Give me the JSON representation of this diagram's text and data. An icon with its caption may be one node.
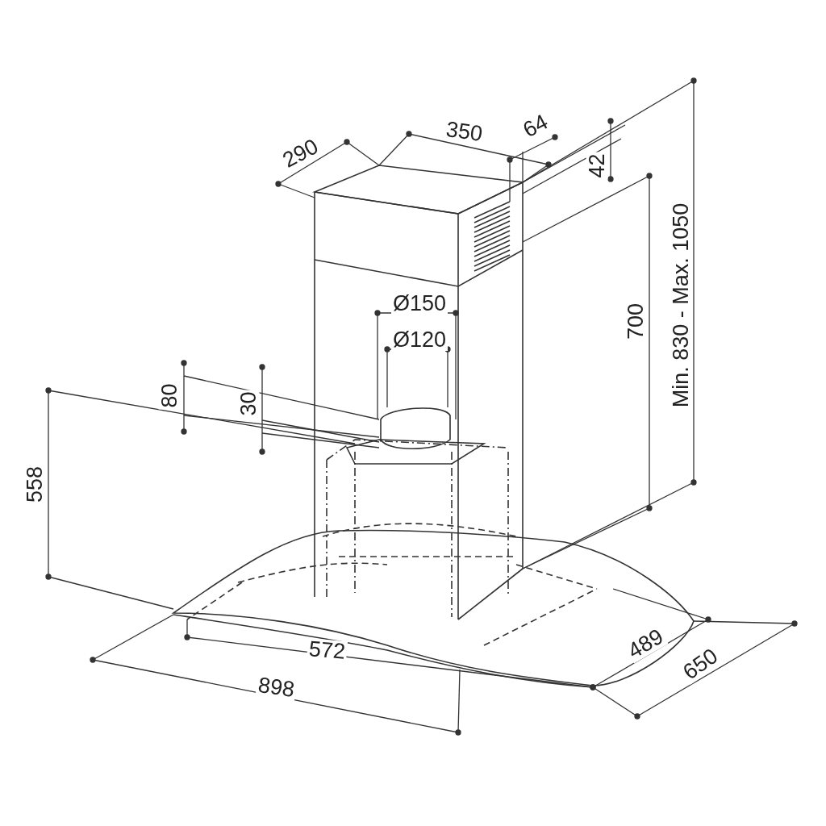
{
  "diagram": {
    "labels": [
      "290",
      "350",
      "64",
      "42",
      "Min. 830 - Max. 1050",
      "700",
      "Ø150",
      "Ø120",
      "80",
      "30",
      "558",
      "572",
      "898",
      "489",
      "650"
    ]
  }
}
